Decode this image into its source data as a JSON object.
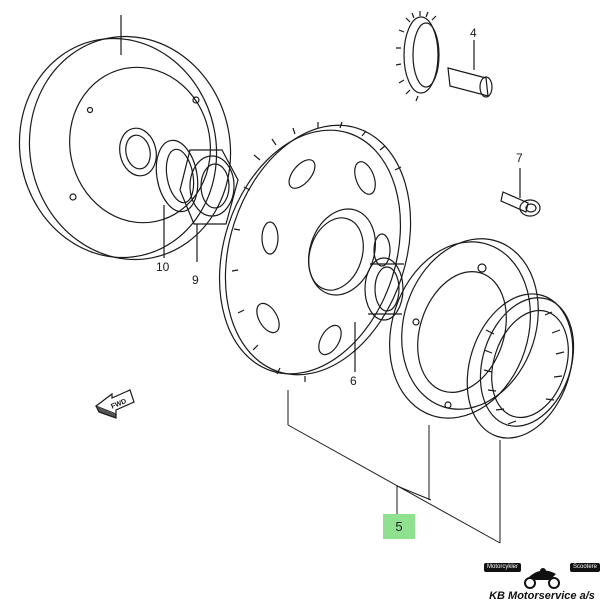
{
  "diagram": {
    "part_labels": [
      "4",
      "7",
      "10",
      "9",
      "6",
      "5"
    ],
    "highlighted_label": "5",
    "direction_label": "FWD",
    "highlight_color": "#8fe08f",
    "line_color": "#1a1a1a"
  },
  "logo": {
    "name": "KB Motorservice a/s",
    "tag_left": "Motorcykler",
    "tag_right": "Scootere"
  }
}
